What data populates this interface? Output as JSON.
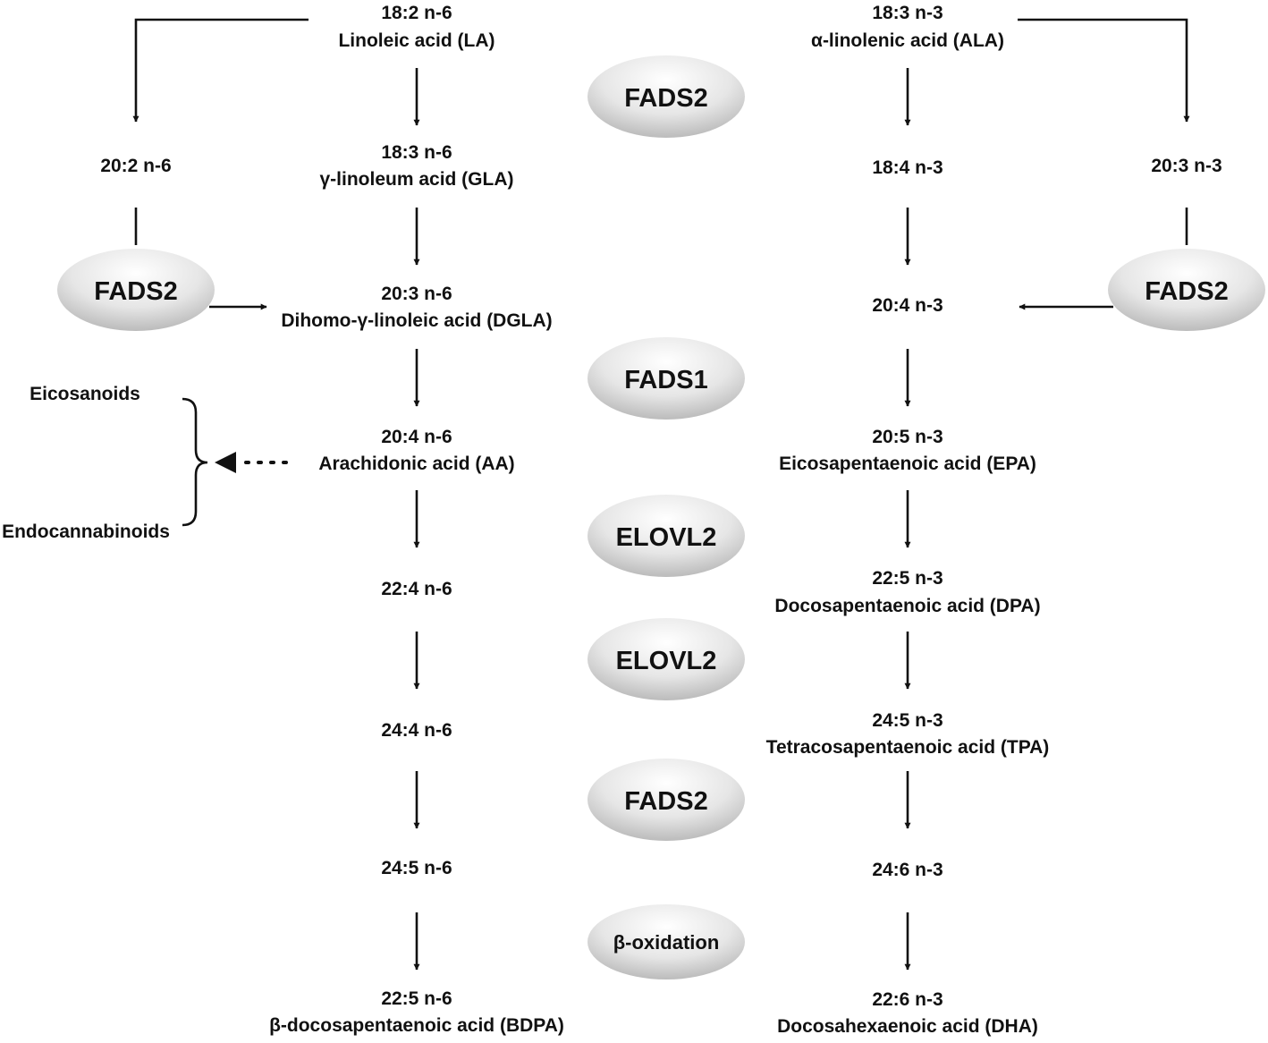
{
  "omega6": {
    "la_formula": "18:2 n-6",
    "la_name": "Linoleic acid (LA)",
    "gla_formula": "18:3 n-6",
    "gla_name": "γ-linoleum acid (GLA)",
    "dgla_formula": "20:3 n-6",
    "dgla_name": "Dihomo-γ-linoleic acid (DGLA)",
    "aa_formula": "20:4 n-6",
    "aa_name": "Arachidonic acid (AA)",
    "c22_4": "22:4 n-6",
    "c24_4": "24:4 n-6",
    "c24_5": "24:5 n-6",
    "bdpa_formula": "22:5 n-6",
    "bdpa_name": "β-docosapentaenoic acid (BDPA)",
    "side": "20:2 n-6"
  },
  "omega3": {
    "ala_formula": "18:3 n-3",
    "ala_name": "α-linolenic acid (ALA)",
    "c18_4": "18:4 n-3",
    "c20_4": "20:4 n-3",
    "epa_formula": "20:5 n-3",
    "epa_name": "Eicosapentaenoic acid (EPA)",
    "dpa_formula": "22:5 n-3",
    "dpa_name": "Docosapentaenoic acid (DPA)",
    "tpa_formula": "24:5 n-3",
    "tpa_name": "Tetracosapentaenoic acid (TPA)",
    "c24_6": "24:6 n-3",
    "dha_formula": "22:6 n-3",
    "dha_name": "Docosahexaenoic acid (DHA)",
    "side": "20:3 n-3"
  },
  "products": {
    "eicosanoids": "Eicosanoids",
    "endocannabinoids": "Endocannabinoids"
  },
  "enzymes": {
    "step1": "FADS2",
    "step2": "FADS1",
    "step3": "ELOVL2",
    "step4": "ELOVL2",
    "step5": "FADS2",
    "step6": "β-oxidation",
    "side_left": "FADS2",
    "side_right": "FADS2"
  }
}
